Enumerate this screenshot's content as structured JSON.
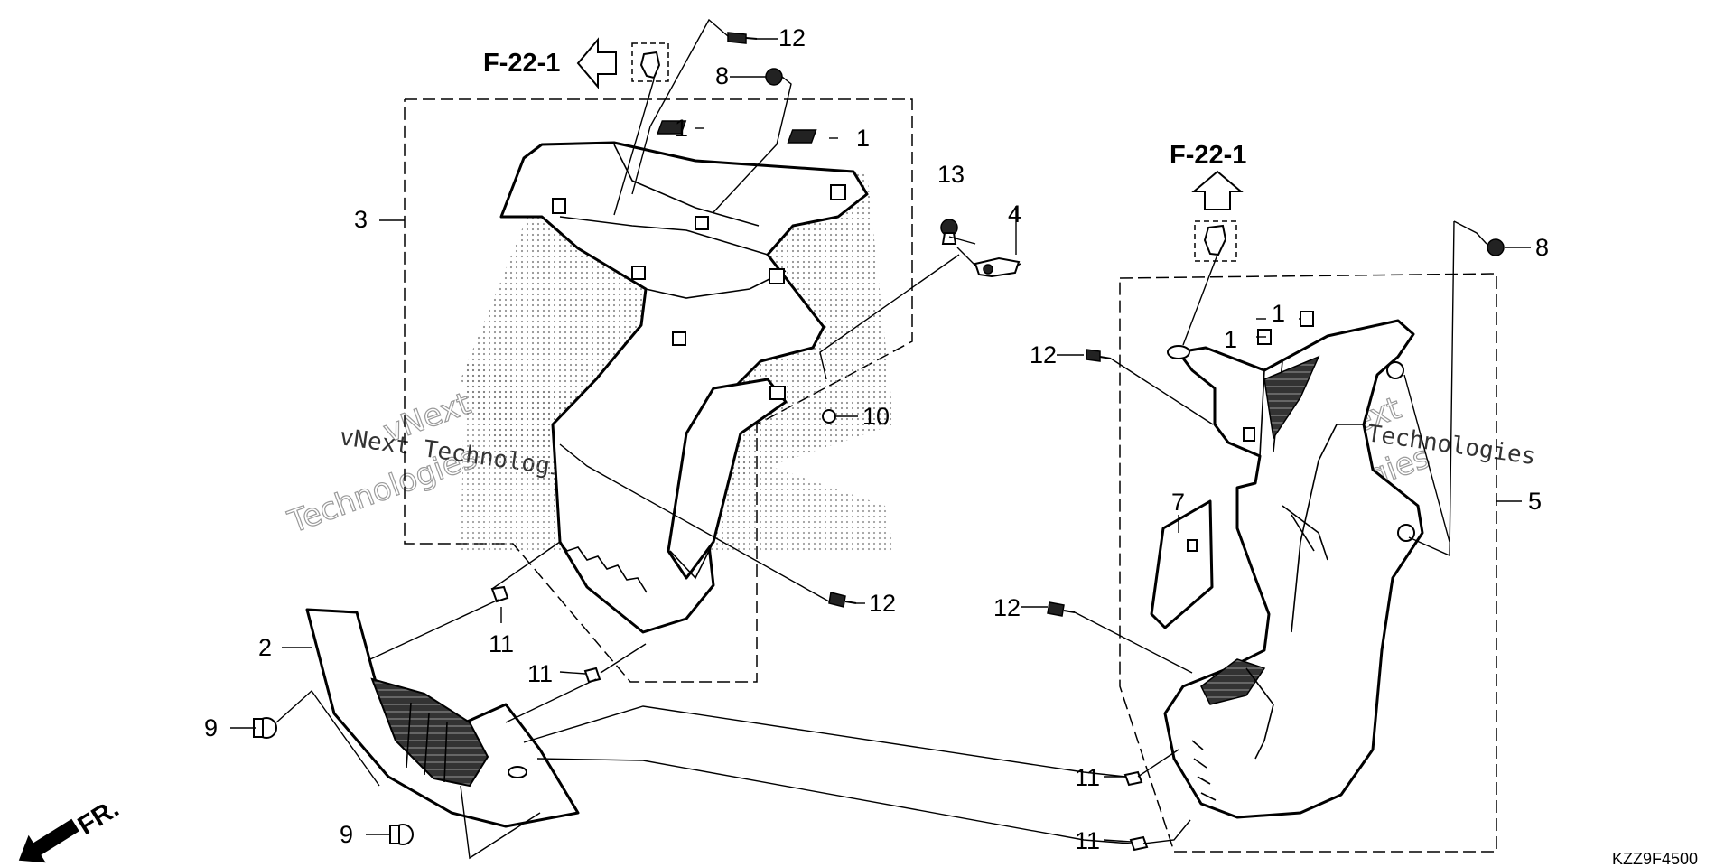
{
  "diagram": {
    "ref_label": "F-22-1",
    "code": "KZZ9F4500",
    "front_marker": "FR.",
    "watermark": {
      "line1": "vNext",
      "line2": "Technologies",
      "small": "vNext Technologies"
    },
    "callouts": {
      "p1a": "1",
      "p1b": "1",
      "p1c": "1",
      "p1d": "1",
      "p2": "2",
      "p3": "3",
      "p4": "4",
      "p5": "5",
      "p7": "7",
      "p8a": "8",
      "p8b": "8",
      "p9a": "9",
      "p9b": "9",
      "p10": "10",
      "p11a": "11",
      "p11b": "11",
      "p11c": "11",
      "p11d": "11",
      "p12a": "12",
      "p12b": "12",
      "p12c": "12",
      "p12d": "12",
      "p13": "13"
    }
  }
}
